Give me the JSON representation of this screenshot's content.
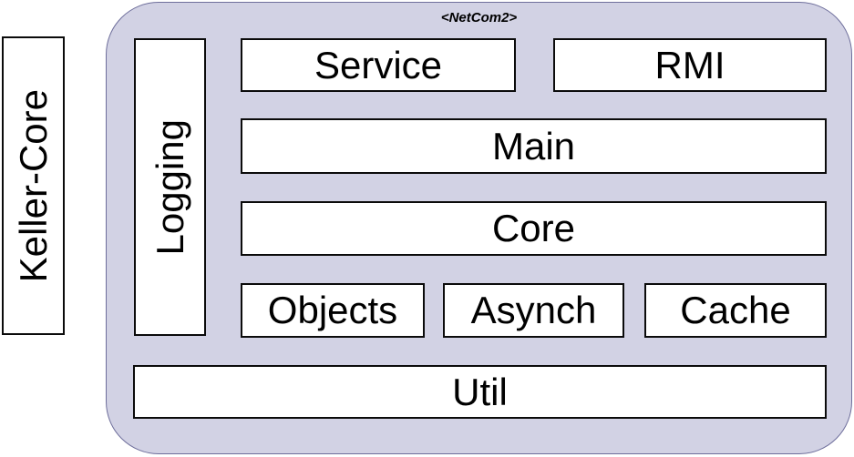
{
  "diagram": {
    "title": "<NetCom2>",
    "external_module": {
      "label": "Keller-Core"
    },
    "container": {
      "label": "<NetCom2>",
      "fill_color": "#d2d2e4",
      "border_color": "#6e6e9b"
    },
    "modules": {
      "logging": "Logging",
      "service": "Service",
      "rmi": "RMI",
      "main": "Main",
      "core": "Core",
      "objects": "Objects",
      "asynch": "Asynch",
      "cache": "Cache",
      "util": "Util"
    },
    "box_style": {
      "fill_color": "#ffffff",
      "border_color": "#0b0b0b",
      "text_color": "#000000"
    }
  }
}
